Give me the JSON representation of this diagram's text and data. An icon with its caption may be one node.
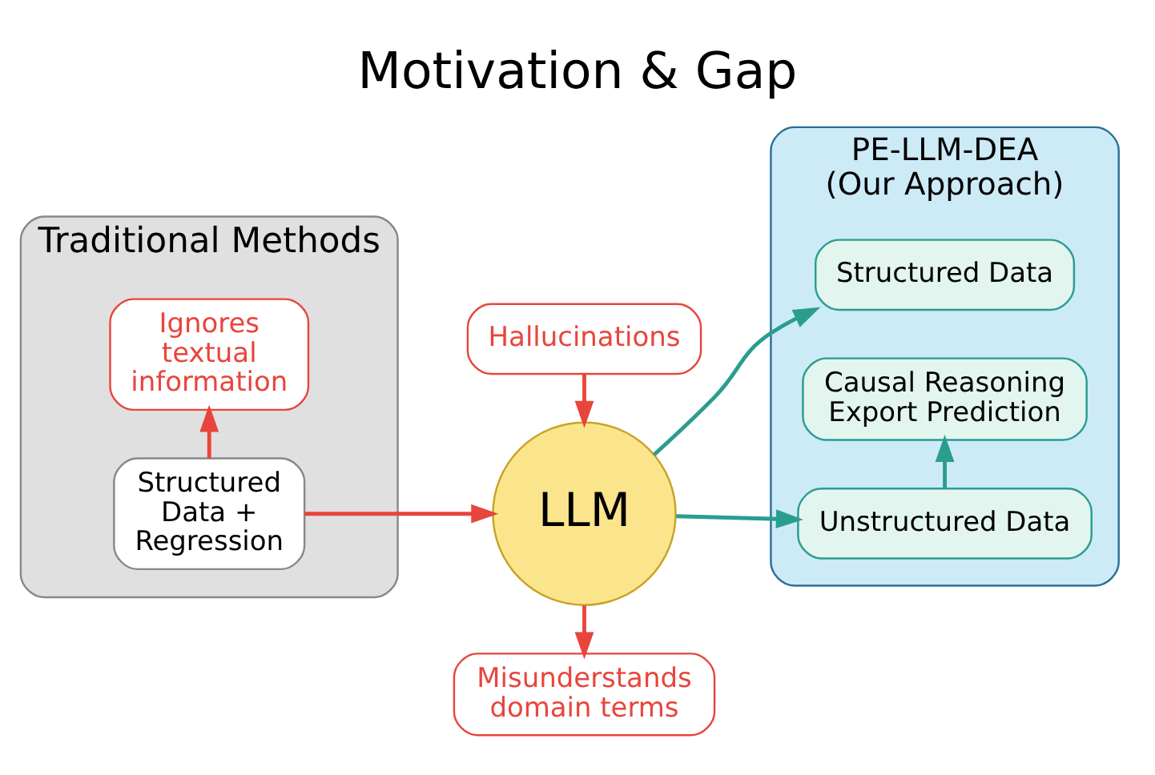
{
  "diagram": {
    "title": "Motivation & Gap",
    "nodes": [
      {
        "text": [
          "Traditional Methods"
        ]
      },
      {
        "text": [
          "Structured Data + Regression"
        ],
        "in": 0
      },
      {
        "text": [
          "Ignores textual information"
        ],
        "in": 0
      },
      {
        "text": [
          "Hallucinations"
        ]
      },
      {
        "text": [
          "LLM"
        ]
      },
      {
        "text": [
          "Misunderstands domain terms"
        ]
      },
      {
        "text": [
          "PE-LLM-DEA",
          "(Our Approach)"
        ]
      },
      {
        "text": [
          "Structured Data"
        ],
        "in": 6
      },
      {
        "text": [
          "Unstructured Data"
        ],
        "in": 6
      },
      {
        "text": [
          "Causal Reasoning Export Prediction"
        ],
        "in": 6
      }
    ],
    "edges": [
      {
        "from": 1,
        "to": 2,
        "arrow": "to"
      },
      {
        "from": 1,
        "to": 4,
        "arrow": "to"
      },
      {
        "from": 3,
        "to": 4,
        "arrow": "to"
      },
      {
        "from": 4,
        "to": 5,
        "arrow": "to"
      },
      {
        "from": 4,
        "to": 7,
        "arrow": "to",
        "color": "#2a9d8f"
      },
      {
        "from": 4,
        "to": 8,
        "arrow": "to",
        "color": "#2a9d8f"
      },
      {
        "from": 8,
        "to": 9,
        "arrow": "to",
        "color": "#2a9d8f"
      }
    ]
  }
}
